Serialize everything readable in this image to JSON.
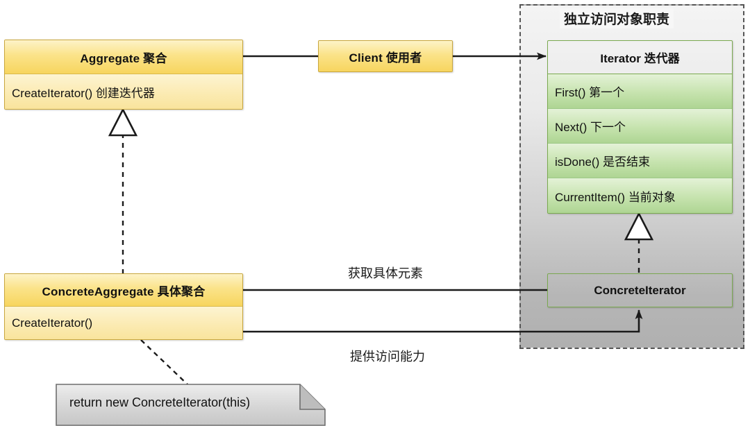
{
  "diagram": {
    "type": "uml-class-diagram",
    "title": "Iterator Design Pattern",
    "colors": {
      "yellow_header": "#f7d55f",
      "yellow_body": "#fbeab0",
      "green_header": "#93c977",
      "green_body": "#c6e3ae",
      "frame_fill_top": "#f4f4f4",
      "frame_fill_bottom": "#b0b0b0",
      "note_fill": "#d4d4d4",
      "line": "#1a1a1a"
    }
  },
  "classes": {
    "aggregate": {
      "name": "Aggregate 聚合",
      "methods": [
        "CreateIterator()  创建迭代器"
      ]
    },
    "client": {
      "name": "Client 使用者"
    },
    "concrete_aggregate": {
      "name": "ConcreteAggregate  具体聚合",
      "methods": [
        "CreateIterator()"
      ]
    },
    "iterator": {
      "name": "Iterator 迭代器",
      "methods": [
        "First() 第一个",
        "Next() 下一个",
        "isDone() 是否结束",
        "CurrentItem() 当前对象"
      ]
    },
    "concrete_iterator": {
      "name": "ConcreteIterator"
    }
  },
  "frame": {
    "title": "独立访问对象职责"
  },
  "note": {
    "text": "return new ConcreteIterator(this)"
  },
  "edge_labels": {
    "get_elements": "获取具体元素",
    "provide_access": "提供访问能力"
  }
}
